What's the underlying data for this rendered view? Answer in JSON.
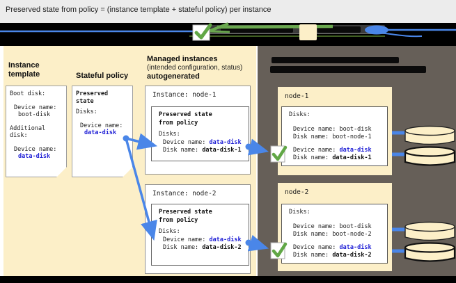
{
  "title": "Preserved state from policy = (instance template + stateful policy) per instance",
  "legend": {
    "check_icon": "green-checkmark",
    "arrow_icon": "green-arrow",
    "box_icon": "beige-box",
    "pill_icon": "blue-disk-pill"
  },
  "mig": {
    "instance_template": {
      "heading": "Instance template",
      "boot_disk_label": "Boot disk:",
      "boot_device_label": "Device name:",
      "boot_device_value": "boot-disk",
      "additional_disk_label": "Additional disk:",
      "data_device_label": "Device name:",
      "data_device_value": "data-disk"
    },
    "stateful_policy": {
      "heading": "Stateful policy",
      "preserved_state_label": "Preserved state",
      "disks_label": "Disks:",
      "device_label": "Device name:",
      "device_value": "data-disk"
    },
    "managed_instances": {
      "heading": "Managed instances",
      "subheading": "(intended configuration, status)",
      "subheading2": "autogenerated",
      "instances": [
        {
          "title": "Instance: node-1",
          "preserved_line1": "Preserved state",
          "preserved_line2": "from policy",
          "disks_label": "Disks:",
          "device_label": "Device name:",
          "device_value": "data-disk",
          "disk_label": "Disk name:",
          "disk_value": "data-disk-1"
        },
        {
          "title": "Instance: node-2",
          "preserved_line1": "Preserved state",
          "preserved_line2": "from policy",
          "disks_label": "Disks:",
          "device_label": "Device name:",
          "device_value": "data-disk",
          "disk_label": "Disk name:",
          "disk_value": "data-disk-2"
        }
      ]
    }
  },
  "vms": {
    "instances": [
      {
        "name": "node-1",
        "disks_label": "Disks:",
        "boot_device_label": "Device name:",
        "boot_device_value": "boot-disk",
        "boot_disk_label": "Disk name:",
        "boot_disk_value": "boot-node-1",
        "data_device_label": "Device name:",
        "data_device_value": "data-disk",
        "data_disk_label": "Disk name:",
        "data_disk_value": "data-disk-1",
        "cylinders": [
          {
            "label": "boot-node-1"
          },
          {
            "label": "data-disk-1"
          }
        ]
      },
      {
        "name": "node-2",
        "disks_label": "Disks:",
        "boot_device_label": "Device name:",
        "boot_device_value": "boot-disk",
        "boot_disk_label": "Disk name:",
        "boot_disk_value": "boot-node-2",
        "data_device_label": "Device name:",
        "data_device_value": "data-disk",
        "data_disk_label": "Disk name:",
        "data_disk_value": "data-disk-2",
        "cylinders": [
          {
            "label": "boot-node-2"
          },
          {
            "label": "data-disk-2"
          }
        ]
      }
    ]
  },
  "colors": {
    "panel_beige": "#FCEFC8",
    "panel_gray": "#665F58",
    "band_black": "#000000",
    "arrow_blue": "#4A86E8",
    "value_blue": "#2222D6",
    "check_green": "#61A746",
    "title_bg": "#ECECEC"
  }
}
